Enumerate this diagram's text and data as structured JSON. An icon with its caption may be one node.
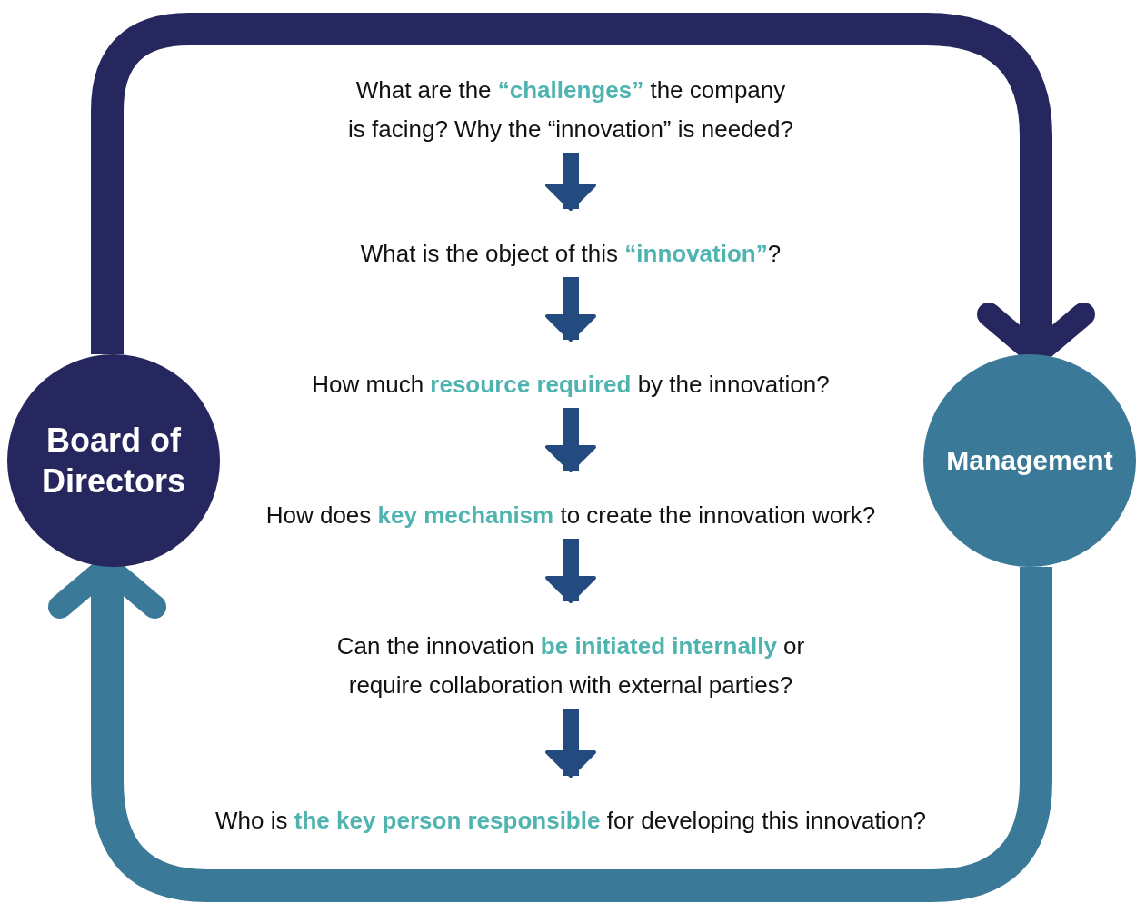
{
  "diagram": {
    "nodes": [
      {
        "text": [
          "Board of Directors"
        ]
      },
      {
        "text": [
          "Management"
        ]
      },
      {
        "text": [
          "What are the **“challenges”** the company is facing? Why the “innovation” is needed?"
        ]
      },
      {
        "text": [
          "What is the object of this **“innovation”**?"
        ]
      },
      {
        "text": [
          "How much **resource required** by the innovation?"
        ]
      },
      {
        "text": [
          "How does **key mechanism** to create the innovation work?"
        ]
      },
      {
        "text": [
          "Can the innovation **be initiated internally** or require collaboration with external parties?"
        ]
      },
      {
        "text": [
          "Who is **the key person responsible** for developing this innovation?"
        ]
      }
    ],
    "edges": [
      {
        "from": 0,
        "to": 1,
        "arrow": "to",
        "style": "thick",
        "color": "#27275f"
      },
      {
        "from": 1,
        "to": 0,
        "arrow": "to",
        "style": "thick",
        "color": "#3a7a98"
      },
      {
        "from": 2,
        "to": 3,
        "arrow": "to"
      },
      {
        "from": 3,
        "to": 4,
        "arrow": "to"
      },
      {
        "from": 4,
        "to": 5,
        "arrow": "to"
      },
      {
        "from": 5,
        "to": 6,
        "arrow": "to"
      },
      {
        "from": 6,
        "to": 7,
        "arrow": "to"
      }
    ]
  }
}
